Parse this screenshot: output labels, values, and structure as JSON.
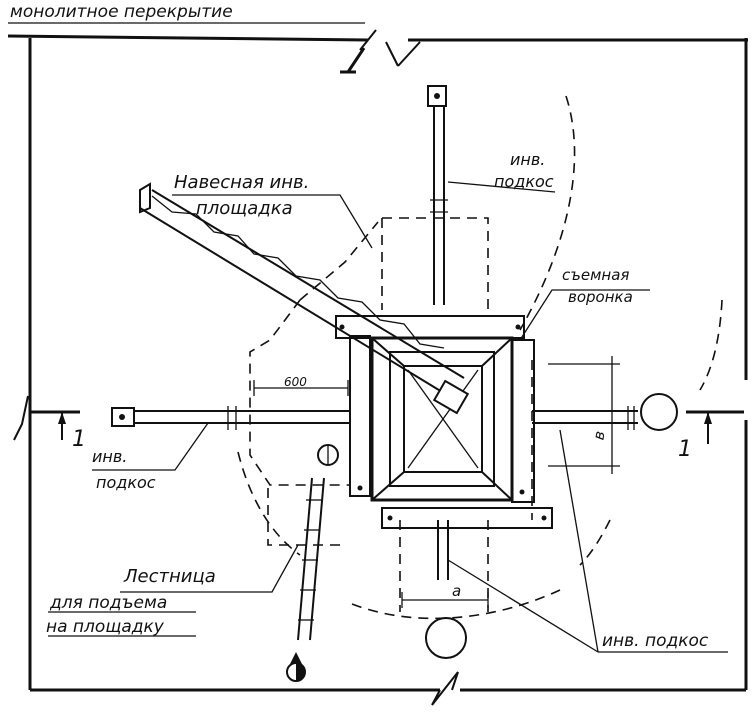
{
  "labels": {
    "slab": "монолитное перекрытие",
    "hanging_platform_1": "Навесная инв.",
    "hanging_platform_2": "площадка",
    "brace_top_1": "инв.",
    "brace_top_2": "подкос",
    "funnel_1": "съемная",
    "funnel_2": "воронка",
    "dim_600": "600",
    "dim_b": "в",
    "dim_a": "a",
    "brace_left_1": "инв.",
    "brace_left_2": "подкос",
    "ladder_1": "Лестница",
    "ladder_2": "для подъема",
    "ladder_3": "на площадку",
    "brace_bottom": "инв. подкос",
    "section_left": "1",
    "section_right": "1"
  }
}
